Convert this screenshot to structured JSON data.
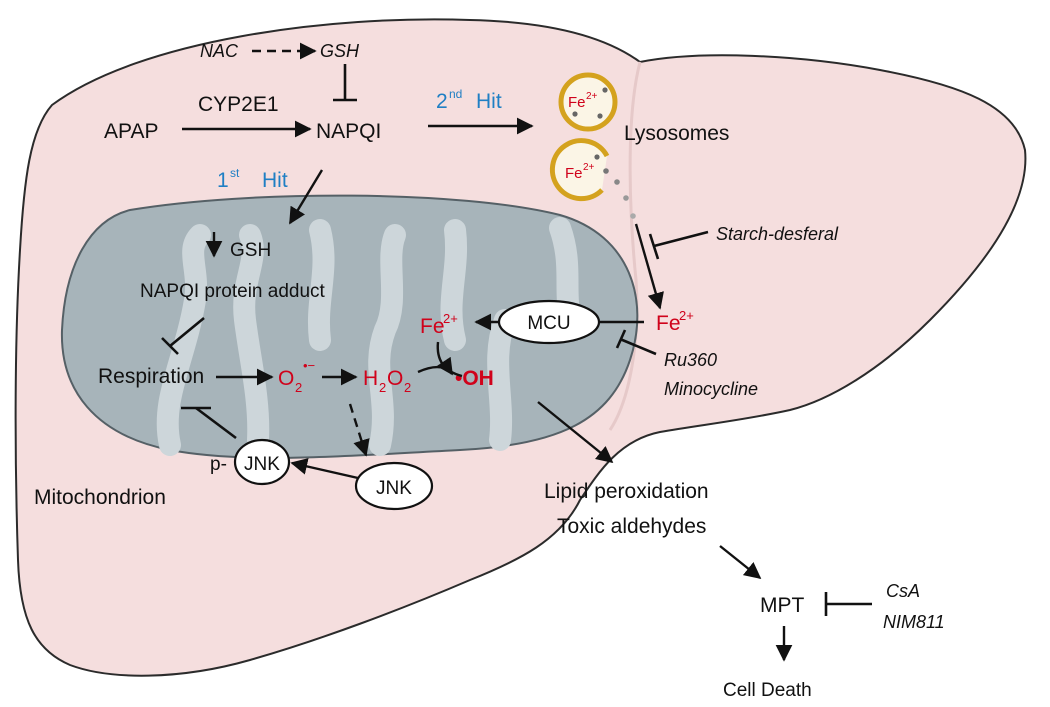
{
  "colors": {
    "liver_fill": "#f5dede",
    "liver_stroke": "#2b2b2b",
    "mito_fill": "#a7b4ba",
    "mito_inner": "#cdd6da",
    "lysosome_ring": "#d4a21e",
    "ros_red": "#d0021b",
    "hit_blue": "#1f7fc4"
  },
  "labels": {
    "nac": "NAC",
    "gsh_top": "GSH",
    "apap": "APAP",
    "cyp2e1": "CYP2E1",
    "napqi": "NAPQI",
    "hit2_num": "2",
    "hit2_sup": "nd",
    "hit2_word": "Hit",
    "hit1_num": "1",
    "hit1_sup": "st",
    "hit1_word": "Hit",
    "lysosomes": "Lysosomes",
    "fe_lys": "Fe",
    "fe_charge": "2+",
    "starch": "Starch-desferal",
    "gsh_mito": "GSH",
    "adduct": "NAPQI protein adduct",
    "respiration": "Respiration",
    "o2": "O",
    "o2_sub": "2",
    "o2_sup": "•−",
    "h2o2_h": "H",
    "h2o2_sub1": "2",
    "h2o2_o": "O",
    "h2o2_sub2": "2",
    "oh": "•OH",
    "fe_mito": "Fe",
    "mcu": "MCU",
    "fe_cyto": "Fe",
    "ru360": "Ru360",
    "minocycline": "Minocycline",
    "p_prefix": "p-",
    "pjnk": "JNK",
    "jnk": "JNK",
    "mitochondrion": "Mitochondrion",
    "lipid": "Lipid peroxidation",
    "aldehydes": "Toxic aldehydes",
    "mpt": "MPT",
    "csa": "CsA",
    "nim811": "NIM811",
    "cell_death": "Cell Death"
  }
}
